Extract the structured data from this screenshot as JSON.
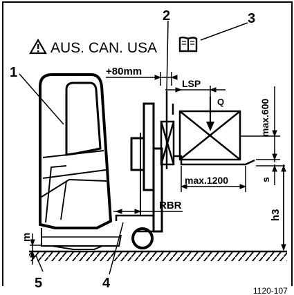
{
  "header": {
    "warning_text": "AUS. CAN. USA",
    "warning_icon": "warning-triangle-icon",
    "manual_icon": "manual-book-icon"
  },
  "callouts": {
    "c1": "1",
    "c2": "2",
    "c3": "3",
    "c4": "4",
    "c5": "5"
  },
  "dimensions": {
    "plus80": "+80mm",
    "lsp": "LSP",
    "q": "Q",
    "max600": "max.600",
    "max1200": "max.1200",
    "s": "s",
    "rbr": "RBR",
    "h3": "h3",
    "m": "m"
  },
  "footer": {
    "figure_code": "1120-107"
  }
}
